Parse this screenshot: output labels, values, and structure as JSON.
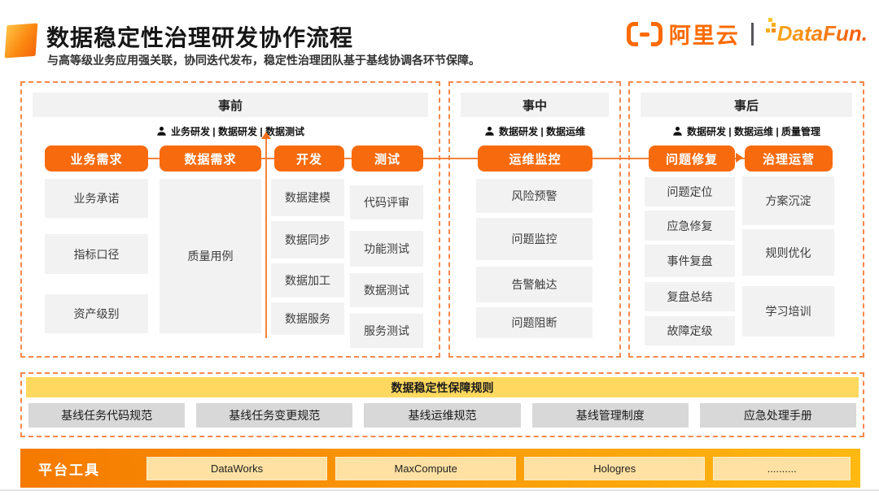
{
  "header": {
    "title": "数据稳定性治理研发协作流程",
    "subtitle": "与高等级业务应用强关联，协同迭代发布，稳定性治理团队基于基线协调各环节保障。",
    "logo_alicloud": "阿里云",
    "logo_datafun": "DataFun."
  },
  "icons": {
    "person_icon": "black person silhouette",
    "alicloud_bracket_icon": "(-) rounded brackets",
    "datafun_dots_icon": "orange pixel dots",
    "up_arrow_icon": "orange upward arrow",
    "right_arrow_icon": "orange rightward arrow"
  },
  "colors": {
    "accent_orange": "#F76B0E",
    "dashed_border_orange": "#F5894E",
    "alicloud_orange": "#FF6A00",
    "rules_yellow": "#FFD95F",
    "platform_gradient_left": "#F57A00",
    "platform_gradient_right": "#FFB911",
    "flow_box_gray": "#F2F2F2",
    "rule_box_gray": "#D8D8D8"
  },
  "sections": {
    "pre": {
      "title": "事前",
      "roles": "业务研发 | 数据研发 | 数据测试",
      "stages": [
        {
          "label": "业务需求",
          "items": [
            "业务承诺",
            "指标口径",
            "资产级别"
          ]
        },
        {
          "label": "数据需求",
          "items": [
            "质量用例"
          ]
        },
        {
          "label": "开发",
          "items": [
            "数据建模",
            "数据同步",
            "数据加工",
            "数据服务"
          ]
        },
        {
          "label": "测试",
          "items": [
            "代码评审",
            "功能测试",
            "数据测试",
            "服务测试"
          ]
        }
      ]
    },
    "mid": {
      "title": "事中",
      "roles": "数据研发 | 数据运维",
      "stages": [
        {
          "label": "运维监控",
          "items": [
            "风险预警",
            "问题监控",
            "告警触达",
            "问题阻断"
          ]
        }
      ]
    },
    "post": {
      "title": "事后",
      "roles": "数据研发 | 数据运维 | 质量管理",
      "stages": [
        {
          "label": "问题修复",
          "items": [
            "问题定位",
            "应急修复",
            "事件复盘",
            "复盘总结",
            "故障定级"
          ]
        },
        {
          "label": "治理运营",
          "items": [
            "方案沉淀",
            "规则优化",
            "学习培训"
          ]
        }
      ]
    }
  },
  "rules": {
    "title": "数据稳定性保障规则",
    "items": [
      "基线任务代码规范",
      "基线任务变更规范",
      "基线运维规范",
      "基线管理制度",
      "应急处理手册"
    ]
  },
  "platform": {
    "label": "平台工具",
    "tools": [
      "DataWorks",
      "MaxCompute",
      "Hologres",
      ".........."
    ]
  }
}
